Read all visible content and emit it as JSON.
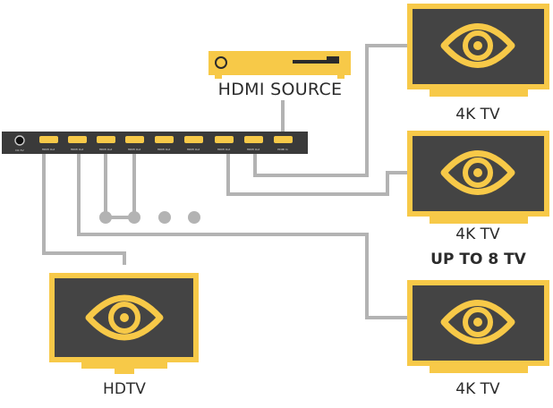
{
  "colors": {
    "accent": "#f7c948",
    "screen": "#444444",
    "device": "#3a3a3a",
    "cable": "#b3b3b3",
    "text": "#2b2b2b"
  },
  "source": {
    "label": "HDMI SOURCE",
    "icon": "set-top-box-icon"
  },
  "splitter": {
    "icon": "hdmi-splitter-icon",
    "power_label": "DC 5V",
    "port_labels": [
      "HDMI Out",
      "HDMI Out",
      "HDMI Out",
      "HDMI Out",
      "HDMI Out",
      "HDMI Out",
      "HDMI Out",
      "HDMI Out",
      "HDMI In"
    ]
  },
  "displays": {
    "tv_top": {
      "label": "4K TV",
      "icon": "eye-icon"
    },
    "tv_middle": {
      "label": "4K TV",
      "icon": "eye-icon"
    },
    "tv_bottom": {
      "label": "4K TV",
      "icon": "eye-icon"
    },
    "hdtv": {
      "label": "HDTV",
      "icon": "eye-icon"
    }
  },
  "capacity_label": "UP TO 8 TV"
}
